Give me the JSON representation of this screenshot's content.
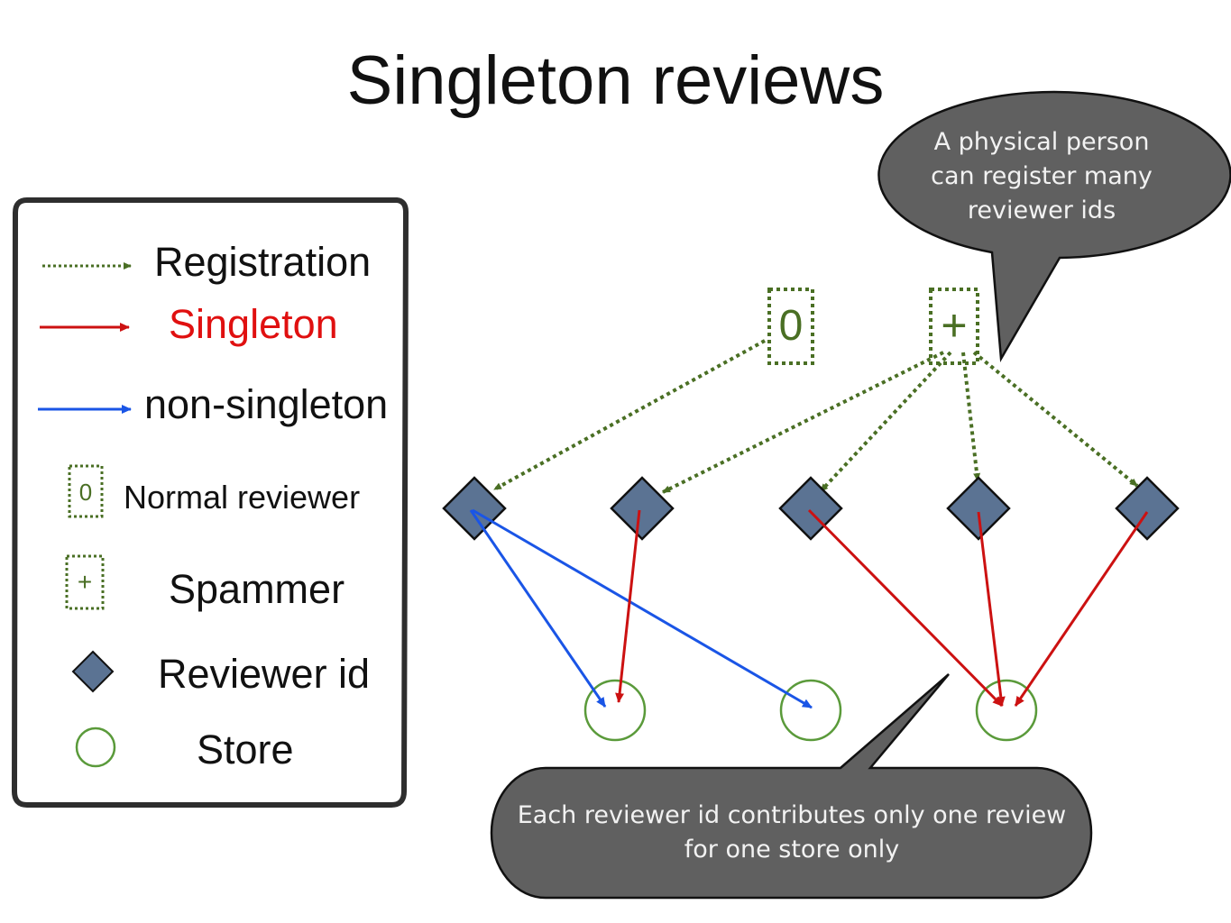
{
  "title": "Singleton reviews",
  "legend": {
    "registration": "Registration",
    "singleton": "Singleton",
    "non_singleton": "non-singleton",
    "normal_symbol": "0",
    "normal_reviewer": "Normal reviewer",
    "spammer_symbol": "+",
    "spammer": "Spammer",
    "reviewer_id": "Reviewer id",
    "store": "Store"
  },
  "persons": {
    "normal": "0",
    "spammer": "+"
  },
  "callouts": {
    "top": "A physical person can register many reviewer ids",
    "bottom": "Each reviewer id contributes only one review for one store only"
  },
  "colors": {
    "registration": "#4a6f24",
    "singleton": "#cc1111",
    "non_singleton": "#1a55e6",
    "reviewer_fill": "#5b7393",
    "store_stroke": "#5a9a3a",
    "bubble": "#606060",
    "singleton_text": "#e01010"
  }
}
